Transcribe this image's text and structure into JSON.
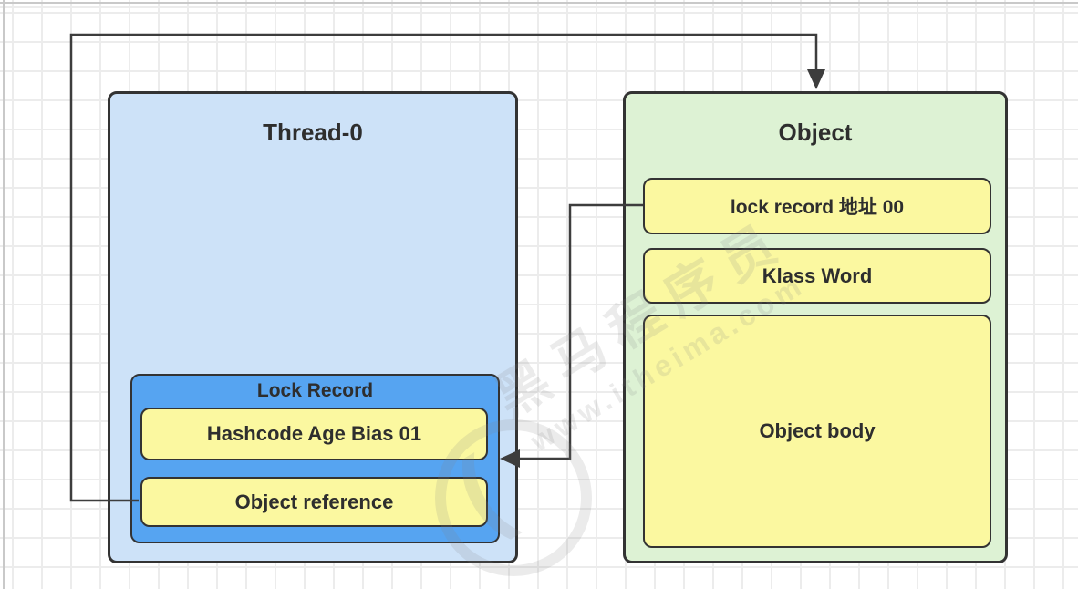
{
  "colors": {
    "canvas_bg": "#ffffff",
    "grid_line": "#ececec",
    "page_edge": "#c9c9c9",
    "thread_fill": "#cde2f8",
    "lock_record_fill": "#56a4f1",
    "cell_fill": "#fbf8a0",
    "object_fill": "#ddf2d4",
    "shape_border": "#333333",
    "connector": "#3d3d3d",
    "label_text": "#2e2e2e"
  },
  "thread_box": {
    "title": "Thread-0",
    "lock_record": {
      "title": "Lock Record",
      "slots": [
        {
          "label": "Hashcode Age Bias 01"
        },
        {
          "label": "Object reference"
        }
      ]
    }
  },
  "object_box": {
    "title": "Object",
    "slots": [
      {
        "label": "lock record 地址 00"
      },
      {
        "label": "Klass Word"
      },
      {
        "label": "Object body"
      }
    ]
  },
  "connectors": [
    {
      "name": "lock-record-address-to-lock-record",
      "from": "lock record 地址 00",
      "to": "Lock Record",
      "arrow": "left"
    },
    {
      "name": "object-reference-to-object",
      "from": "Object reference",
      "to": "Object",
      "arrow": "down"
    }
  ],
  "watermark": {
    "brand": "黑马程序员",
    "url": "www.itheima.com"
  }
}
